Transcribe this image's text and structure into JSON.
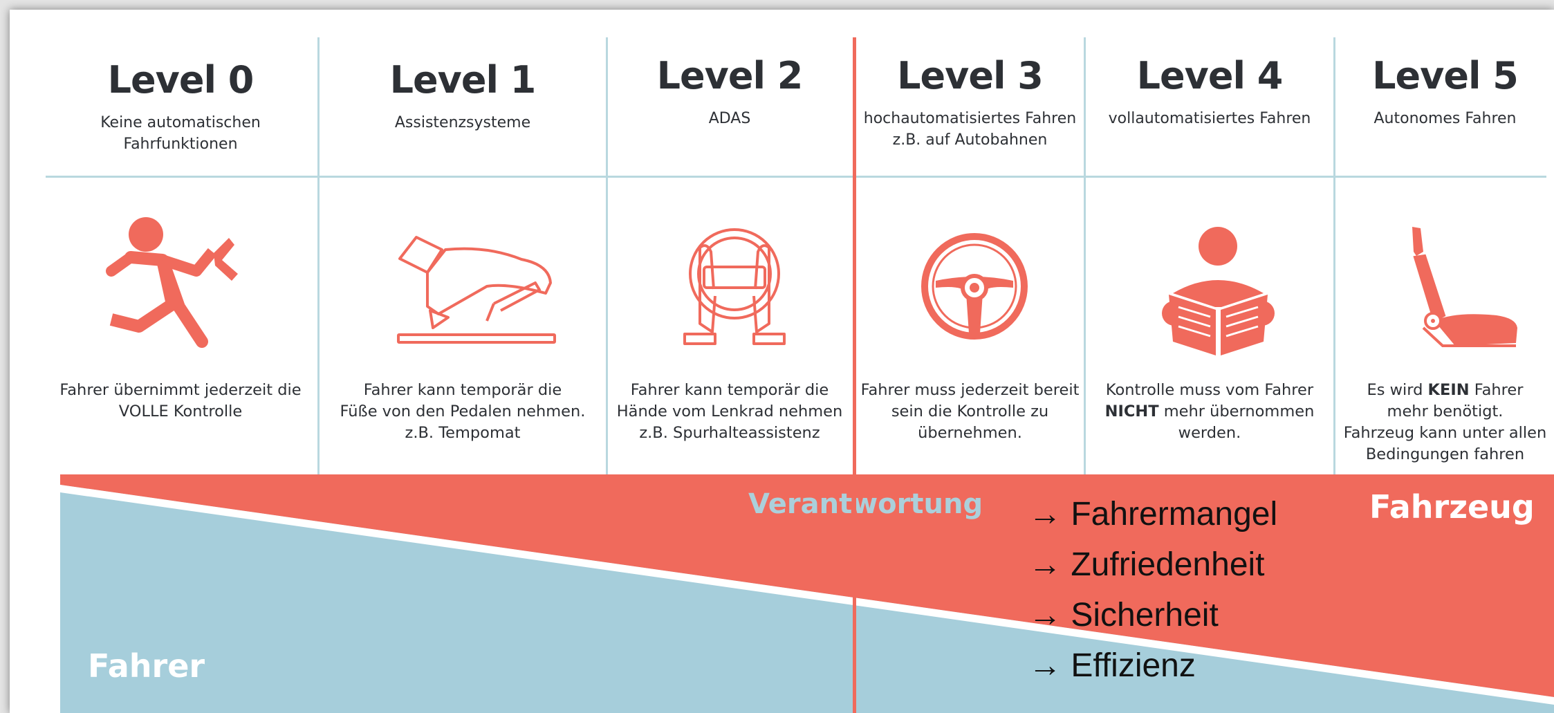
{
  "colors": {
    "accent_red": "#f06a5c",
    "driver_blue": "#a6cedb",
    "grid_line": "#b9d8df",
    "text_dark": "#2d3035"
  },
  "levels": [
    {
      "title": "Level 0",
      "subtitle": [
        "Keine automatischen",
        "Fahrfunktionen"
      ],
      "icon": "running-person-icon",
      "description": [
        [
          "Fahrer übernimmt jederzeit die"
        ],
        [
          "VOLLE Kontrolle"
        ]
      ]
    },
    {
      "title": "Level 1",
      "subtitle": [
        "Assistenzsysteme"
      ],
      "icon": "foot-on-pedal-icon",
      "description": [
        [
          "Fahrer kann temporär die"
        ],
        [
          "Füße von den Pedalen nehmen."
        ],
        [
          "z.B. Tempomat"
        ]
      ]
    },
    {
      "title": "Level 2",
      "subtitle": [
        "ADAS"
      ],
      "icon": "hands-on-wheel-icon",
      "description": [
        [
          "Hände vom Lenkrad nehmen"
        ],
        [
          "z.B. Spurhalteassistenz"
        ]
      ],
      "description_first": "Fahrer kann temporär die"
    },
    {
      "title": "Level 3",
      "subtitle": [
        "hochautomatisiertes Fahren",
        "z.B. auf Autobahnen"
      ],
      "icon": "steering-wheel-icon",
      "description": [
        [
          "Fahrer muss jederzeit bereit"
        ],
        [
          "sein die Kontrolle zu"
        ],
        [
          "übernehmen."
        ]
      ]
    },
    {
      "title": "Level 4",
      "subtitle": [
        "vollautomatisiertes Fahren"
      ],
      "icon": "reading-person-icon",
      "description_rich": {
        "l1": "Kontrolle muss vom Fahrer",
        "l2_bold": "NICHT",
        "l2_rest": " mehr übernommen",
        "l3": "werden."
      }
    },
    {
      "title": "Level 5",
      "subtitle": [
        "Autonomes Fahren"
      ],
      "icon": "car-seat-icon",
      "description_rich": {
        "l1_pre": "Es wird ",
        "l1_bold": "KEIN",
        "l1_post": " Fahrer",
        "l2": "mehr benötigt.",
        "l3": "Fahrzeug kann unter allen",
        "l4": "Bedingungen fahren"
      }
    }
  ],
  "responsibility": {
    "label": "Verantwortung",
    "vehicle_label": "Fahrzeug",
    "driver_label": "Fahrer"
  },
  "benefits": [
    "→ Fahrermangel",
    "→ Zufriedenheit",
    "→ Sicherheit",
    "→ Effizienz"
  ]
}
